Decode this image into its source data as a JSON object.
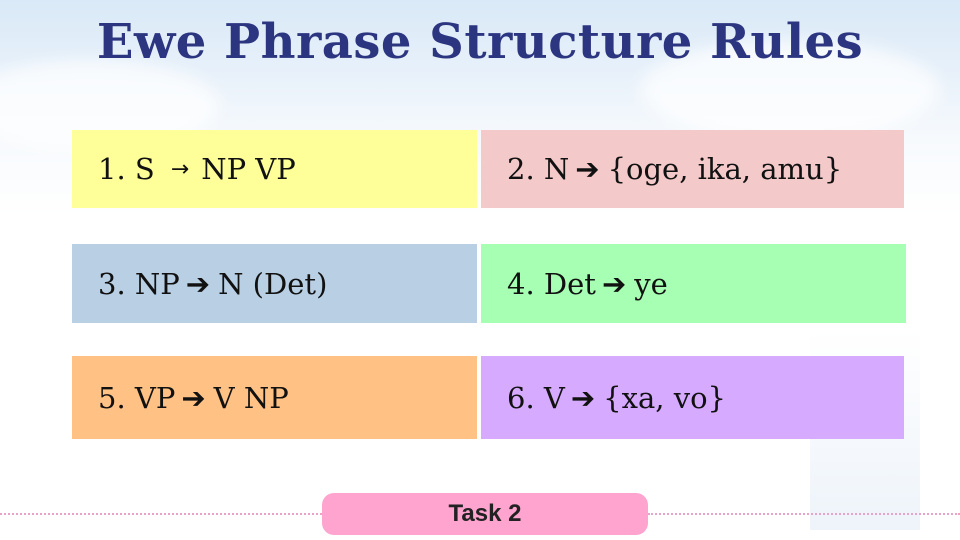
{
  "slide": {
    "title": "Ewe Phrase Structure Rules",
    "rules": [
      {
        "id": "rule-1",
        "number": "1.",
        "lhs": "S",
        "arrow": "→",
        "rhs": "NP VP",
        "color": "#ffff99"
      },
      {
        "id": "rule-2",
        "number": "2.",
        "lhs": "N",
        "arrow": "➔",
        "rhs": "{oge, ika, amu}",
        "color": "#f4c9c9"
      },
      {
        "id": "rule-3",
        "number": "3.",
        "lhs": "NP",
        "arrow": "➔",
        "rhs": "N (Det)",
        "color": "#b9cfe4"
      },
      {
        "id": "rule-4",
        "number": "4.",
        "lhs": "Det",
        "arrow": "➔",
        "rhs": "ye",
        "color": "#a6ffb2"
      },
      {
        "id": "rule-5",
        "number": "5.",
        "lhs": "VP",
        "arrow": "➔",
        "rhs": "V NP",
        "color": "#ffc184"
      },
      {
        "id": "rule-6",
        "number": "6.",
        "lhs": "V",
        "arrow": "➔",
        "rhs": "{xa, vo}",
        "color": "#d6aaff"
      }
    ],
    "task_label": "Task 2"
  }
}
